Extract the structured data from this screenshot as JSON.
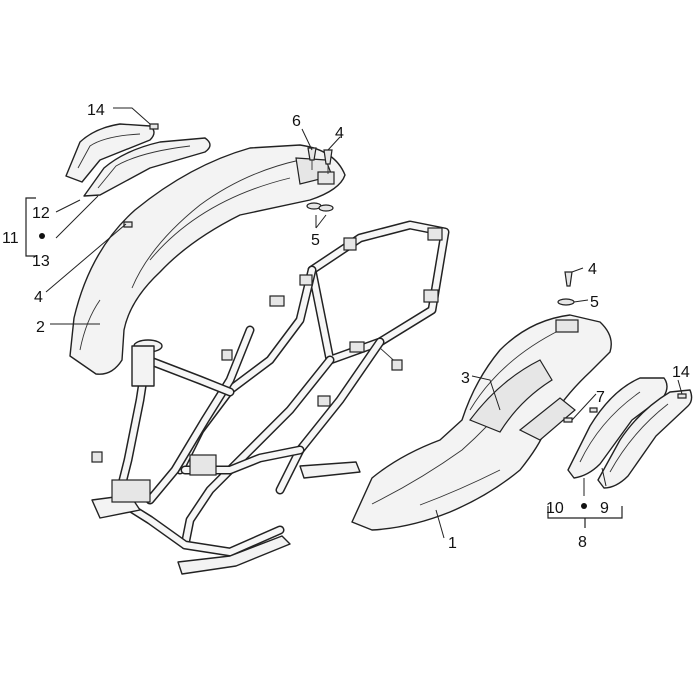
{
  "callouts": {
    "c1": "1",
    "c2": "2",
    "c3": "3",
    "c4a": "4",
    "c4b": "4",
    "c4c": "4",
    "c5a": "5",
    "c5b": "5",
    "c6": "6",
    "c7": "7",
    "c8": "8",
    "c9": "9",
    "c10": "10",
    "c11": "11",
    "c12": "12",
    "c13": "13",
    "c14a": "14",
    "c14b": "14"
  }
}
